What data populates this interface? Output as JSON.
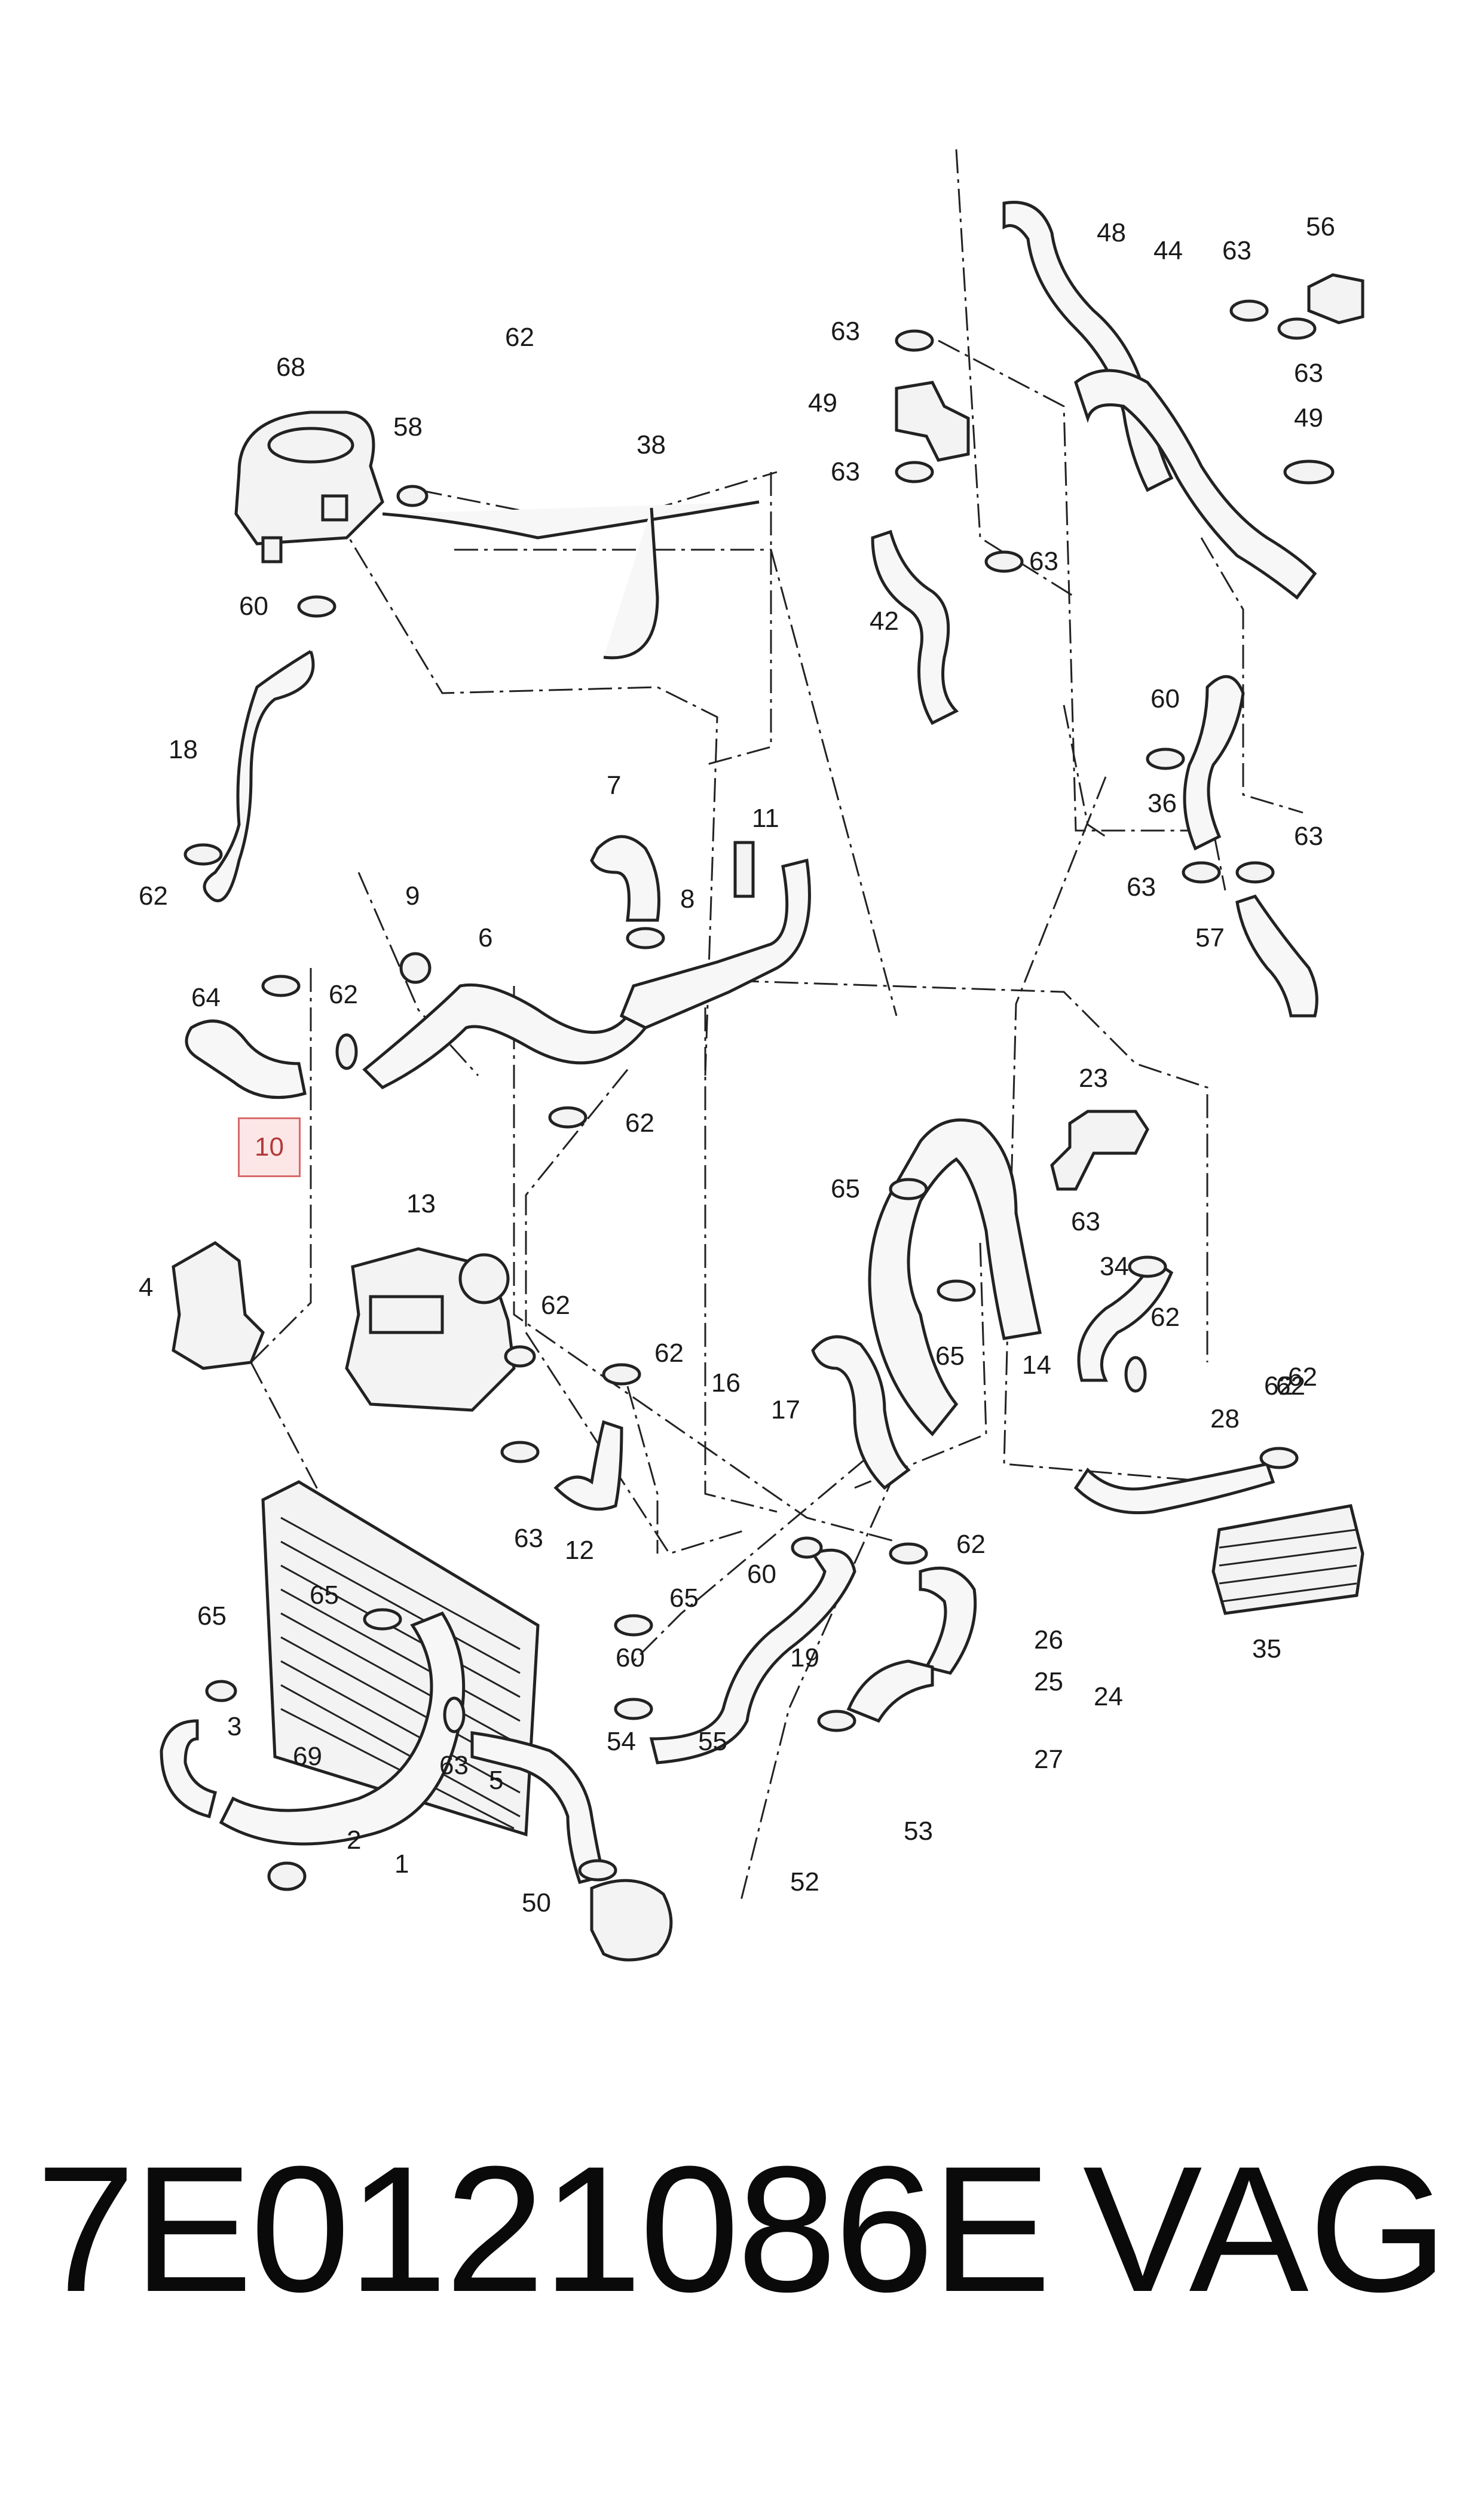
{
  "diagram": {
    "labels": [
      "1",
      "2",
      "3",
      "4",
      "5",
      "6",
      "7",
      "8",
      "9",
      "11",
      "12",
      "13",
      "14",
      "16",
      "17",
      "18",
      "19",
      "23",
      "24",
      "25",
      "26",
      "27",
      "28",
      "34",
      "35",
      "36",
      "38",
      "42",
      "44",
      "48",
      "49",
      "49",
      "50",
      "52",
      "53",
      "54",
      "55",
      "56",
      "57",
      "58",
      "60",
      "60",
      "60",
      "60",
      "62",
      "62",
      "62",
      "62",
      "62",
      "62",
      "62",
      "62",
      "62",
      "62",
      "62",
      "63",
      "63",
      "63",
      "63",
      "63",
      "63",
      "63",
      "63",
      "63",
      "63",
      "64",
      "65",
      "65",
      "65",
      "65",
      "65",
      "68",
      "69"
    ],
    "highlighted_label": "10"
  },
  "footer": {
    "part_number": "7E0121086E",
    "brand": "VAG"
  }
}
